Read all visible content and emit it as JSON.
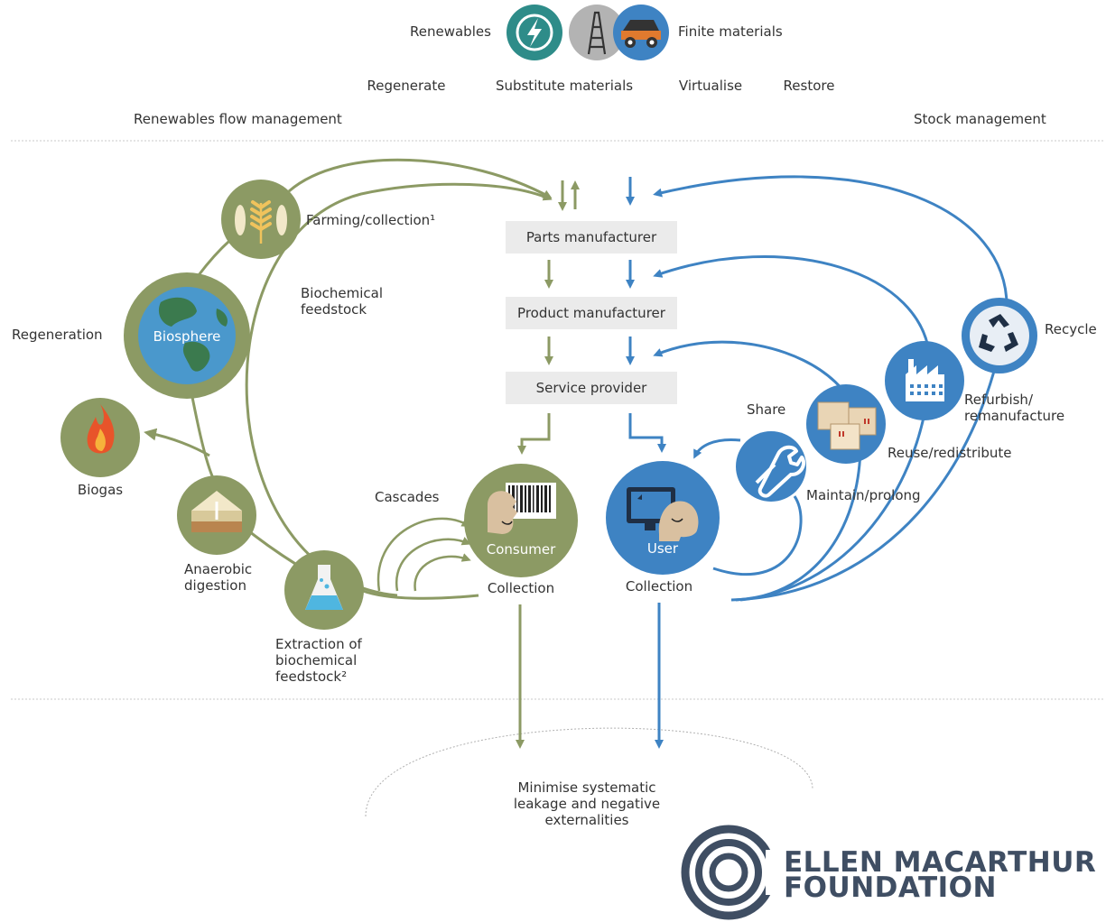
{
  "legend": {
    "renewables": "Renewables",
    "finite": "Finite materials"
  },
  "strategies": [
    "Regenerate",
    "Substitute materials",
    "Virtualise",
    "Restore"
  ],
  "sections": {
    "left": "Renewables flow management",
    "right": "Stock management"
  },
  "boxes": {
    "parts": "Parts manufacturer",
    "product": "Product manufacturer",
    "service": "Service provider"
  },
  "biological": {
    "farming": "Farming/collection¹",
    "biochem": "Biochemical feedstock",
    "regeneration": "Regeneration",
    "biosphere": "Biosphere",
    "biogas": "Biogas",
    "anaerobic": "Anaerobic digestion",
    "extraction": "Extraction of biochemical feedstock²",
    "cascades": "Cascades",
    "consumer": "Consumer",
    "collection": "Collection"
  },
  "technical": {
    "share": "Share",
    "maintain": "Maintain/prolong",
    "reuse": "Reuse/redistribute",
    "refurbish": "Refurbish/ remanufacture",
    "recycle": "Recycle",
    "user": "User",
    "collection": "Collection"
  },
  "leakage": "Minimise systematic leakage and negative externalities",
  "logo": {
    "line1": "ELLEN MACARTHUR",
    "line2": "FOUNDATION"
  },
  "colors": {
    "bio_green": "#8c9a64",
    "bio_green_dark": "#75844f",
    "tech_blue": "#3e83c3",
    "biosphere_blue": "#4a98cc",
    "teal": "#2e8c89",
    "gray": "#b3b3b3",
    "box_gray": "#ebebeb",
    "logo_navy": "#3f4e63"
  }
}
